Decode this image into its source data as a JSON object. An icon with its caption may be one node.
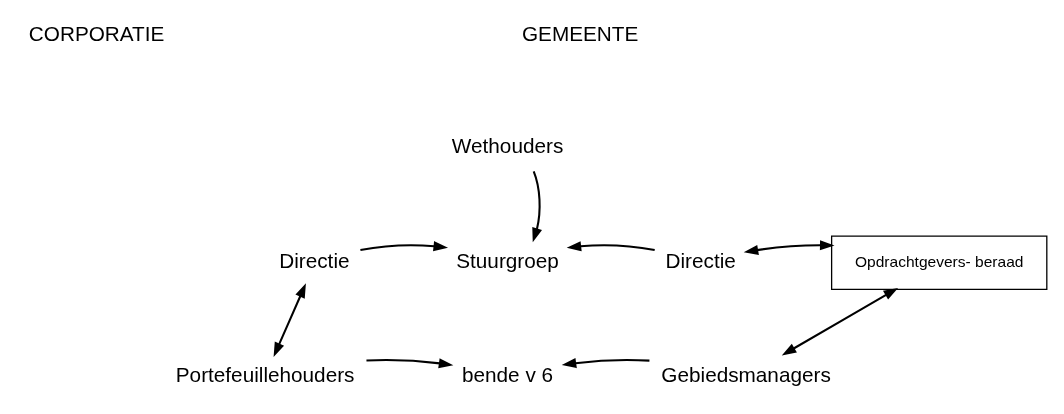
{
  "diagram": {
    "nodes": [
      {
        "text": [
          "Directie"
        ]
      },
      {
        "text": [
          "Stuurgroep"
        ]
      },
      {
        "text": [
          "Wethouders"
        ]
      },
      {
        "text": [
          "Directie"
        ]
      },
      {
        "text": [
          "Opdrachtgevers- beraad"
        ]
      },
      {
        "text": [
          "Portefeuillehouders"
        ]
      },
      {
        "text": [
          "bende v 6"
        ]
      },
      {
        "text": [
          "Gebiedsmanagers"
        ]
      }
    ],
    "edges": [
      {
        "from": 0,
        "to": 1,
        "arrow": "to"
      },
      {
        "from": 2,
        "to": 1,
        "arrow": "to"
      },
      {
        "from": 3,
        "to": 1,
        "arrow": "to"
      },
      {
        "from": 3,
        "to": 4,
        "arrow": "both"
      },
      {
        "from": 0,
        "to": 5,
        "arrow": "both"
      },
      {
        "from": 5,
        "to": 6,
        "arrow": "to"
      },
      {
        "from": 7,
        "to": 6,
        "arrow": "to"
      },
      {
        "from": 4,
        "to": 7,
        "arrow": "both"
      }
    ],
    "labels": [
      "CORPORATIE",
      "GEMEENTE"
    ]
  }
}
